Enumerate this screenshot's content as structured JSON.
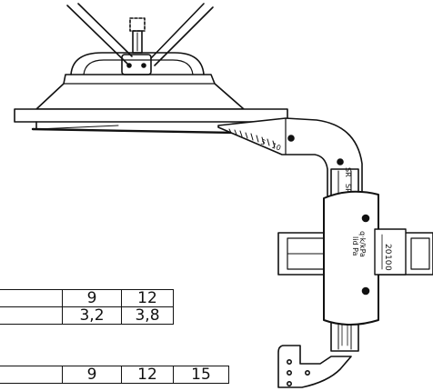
{
  "tables": {
    "upper": {
      "rows": [
        [
          "9",
          "12"
        ],
        [
          "3,2",
          "3,8"
        ]
      ]
    },
    "lower": {
      "rows": [
        [
          "9",
          "12",
          "15"
        ]
      ]
    }
  },
  "scale_marks": {
    "bar_left": [
      "5",
      "10"
    ],
    "slider_window": [
      "20",
      "10",
      "0"
    ],
    "slider_label_1": "q·k/kPa",
    "slider_label_2": "lid Pa",
    "elbow_label_1": "SR",
    "elbow_label_2": "SR"
  },
  "colors": {
    "ink": "#111111",
    "paper": "#ffffff"
  }
}
